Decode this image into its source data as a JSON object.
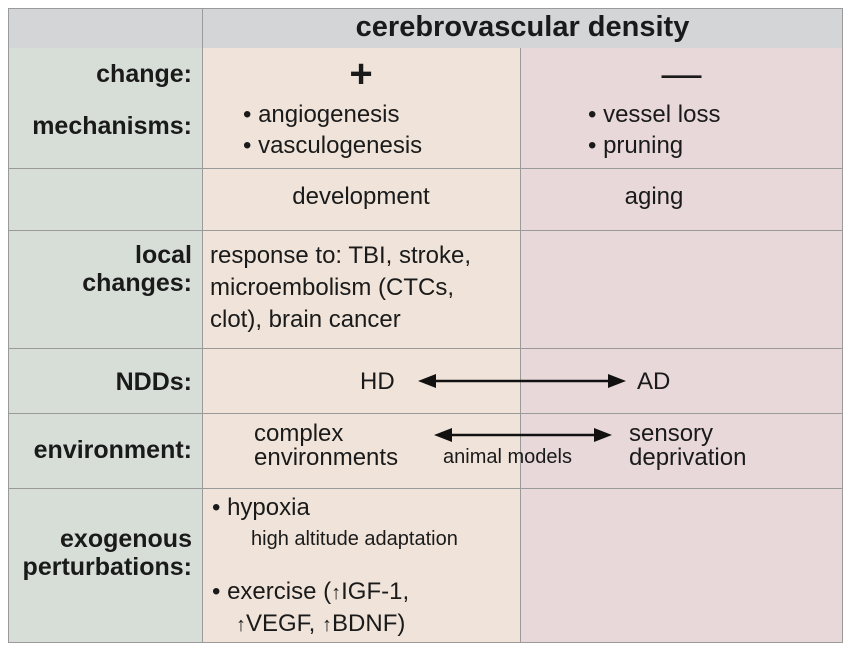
{
  "title": "cerebrovascular density",
  "row_labels": {
    "change": "change:",
    "mechanisms": "mechanisms:",
    "local_1": "local",
    "local_2": "changes:",
    "ndds": "NDDs:",
    "environment": "environment:",
    "exo_1": "exogenous",
    "exo_2": "perturbations:"
  },
  "increase": {
    "symbol": "+",
    "mechanisms": [
      "• angiogenesis",
      "• vasculogenesis"
    ],
    "lifespan": "development",
    "local": [
      "response to: TBI, stroke,",
      "microembolism (CTCs,",
      "clot), brain cancer"
    ],
    "ndd": "HD",
    "environment": [
      "complex",
      "environments"
    ],
    "exo": {
      "hypoxia": "• hypoxia",
      "hypoxia_sub": "high altitude adaptation",
      "exercise_1_a": "• exercise (",
      "exercise_1_b": "IGF-1,",
      "exercise_2_a": "VEGF,",
      "exercise_2_b": "BDNF)"
    }
  },
  "decrease": {
    "symbol": "—",
    "mechanisms": [
      "• vessel loss",
      "• pruning"
    ],
    "lifespan": "aging",
    "ndd": "AD",
    "environment": [
      "sensory",
      "deprivation"
    ]
  },
  "environment_arrow_label": "animal models",
  "colors": {
    "header": "#d3d5d7",
    "left_column": "#d7ded8",
    "increase_column": "#f0e4da",
    "decrease_column": "#e8d8da",
    "grid": "#9a9a9a",
    "text": "#1a1a1a"
  }
}
